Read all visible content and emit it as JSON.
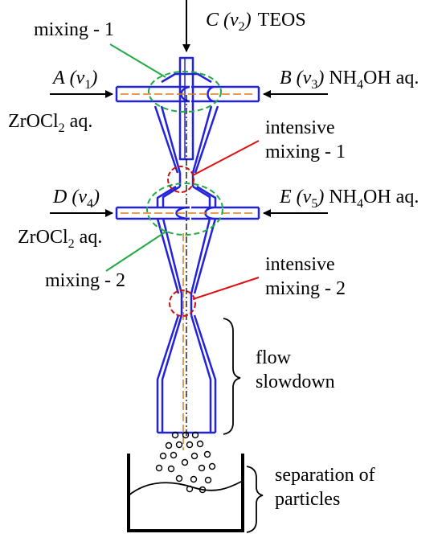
{
  "inlets": {
    "c": {
      "letter": "C",
      "vel": "v",
      "sub": "2",
      "tail": "TEOS"
    },
    "a": {
      "letter": "A",
      "vel": "v",
      "sub": "1"
    },
    "b": {
      "letter": "B",
      "vel": "v",
      "sub": "3",
      "chem": "NH",
      "chem_sub": "4",
      "chem_tail": "OH aq."
    },
    "d": {
      "letter": "D",
      "vel": "v",
      "sub": "4"
    },
    "e": {
      "letter": "E",
      "vel": "v",
      "sub": "5",
      "chem": "NH",
      "chem_sub": "4",
      "chem_tail": "OH aq."
    }
  },
  "solutions": {
    "zr1": {
      "main": "ZrOCl",
      "sub": "2",
      "tail": "aq."
    },
    "zr2": {
      "main": "ZrOCl",
      "sub": "2",
      "tail": "aq."
    }
  },
  "zones": {
    "mixing1": "mixing - 1",
    "mixing2": "mixing - 2",
    "intensive1": {
      "line1": "intensive",
      "line2": "mixing - 1"
    },
    "intensive2": {
      "line1": "intensive",
      "line2": "mixing - 2"
    },
    "flow": {
      "line1": "flow",
      "line2": "slowdown"
    },
    "separation": {
      "line1": "separation of",
      "line2": "particles"
    }
  },
  "colors": {
    "tube": "#2222dd",
    "axis_black": "#000000",
    "axis_orange": "#e07a1a",
    "mixing_ellipse": "#22aa44",
    "intensive_circle": "#cc1111",
    "leader_green": "#22aa44",
    "leader_red": "#dd1111"
  }
}
